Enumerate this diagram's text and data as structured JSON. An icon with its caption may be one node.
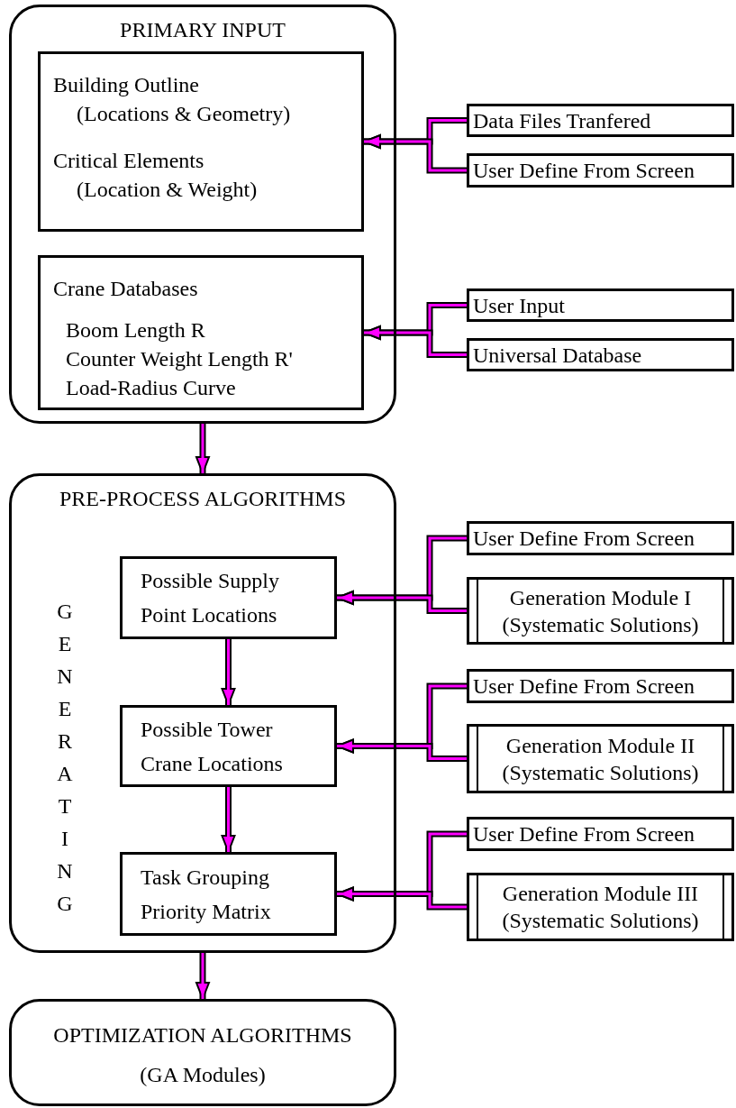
{
  "diagram": {
    "nodes": [
      {
        "text": [
          "PRIMARY INPUT"
        ]
      },
      {
        "text": [
          "Building Outline",
          "(Locations & Geometry)",
          "Critical Elements",
          "(Location & Weight)"
        ],
        "in": 0
      },
      {
        "text": [
          "Data Files Tranfered"
        ]
      },
      {
        "text": [
          "User Define From Screen"
        ]
      },
      {
        "text": [
          "Crane Databases",
          "Boom Length R",
          "Counter Weight Length R'",
          "Load-Radius Curve"
        ],
        "in": 0
      },
      {
        "text": [
          "User Input"
        ]
      },
      {
        "text": [
          "Universal Database"
        ]
      },
      {
        "text": [
          "PRE-PROCESS ALGORITHMS"
        ]
      },
      {
        "text": [
          "Possible Supply Point Locations"
        ],
        "in": 7
      },
      {
        "text": [
          "Possible Tower Crane Locations"
        ],
        "in": 7
      },
      {
        "text": [
          "Task Grouping Priority Matrix"
        ],
        "in": 7
      },
      {
        "text": [
          "User Define From Screen"
        ]
      },
      {
        "text": [
          "Generation Module I",
          "(Systematic Solutions)"
        ]
      },
      {
        "text": [
          "User Define From Screen"
        ]
      },
      {
        "text": [
          "Generation Module II",
          "(Systematic Solutions)"
        ]
      },
      {
        "text": [
          "User Define From Screen"
        ]
      },
      {
        "text": [
          "Generation Module III",
          "(Systematic Solutions)"
        ]
      },
      {
        "text": [
          "OPTIMIZATION ALGORITHMS",
          "(GA Modules)"
        ]
      }
    ],
    "edges": [
      {
        "from": 2,
        "to": 1,
        "arrow": "to"
      },
      {
        "from": 3,
        "to": 1,
        "arrow": "to"
      },
      {
        "from": 5,
        "to": 4,
        "arrow": "to"
      },
      {
        "from": 6,
        "to": 4,
        "arrow": "to"
      },
      {
        "from": 0,
        "to": 7,
        "arrow": "to"
      },
      {
        "from": 11,
        "to": 8,
        "arrow": "to"
      },
      {
        "from": 12,
        "to": 8,
        "arrow": "to"
      },
      {
        "from": 8,
        "to": 9,
        "arrow": "to"
      },
      {
        "from": 13,
        "to": 9,
        "arrow": "to"
      },
      {
        "from": 14,
        "to": 9,
        "arrow": "to"
      },
      {
        "from": 9,
        "to": 10,
        "arrow": "to"
      },
      {
        "from": 15,
        "to": 10,
        "arrow": "to"
      },
      {
        "from": 16,
        "to": 10,
        "arrow": "to"
      },
      {
        "from": 7,
        "to": 17,
        "arrow": "to"
      }
    ],
    "labels": [
      "GENERATING"
    ]
  }
}
